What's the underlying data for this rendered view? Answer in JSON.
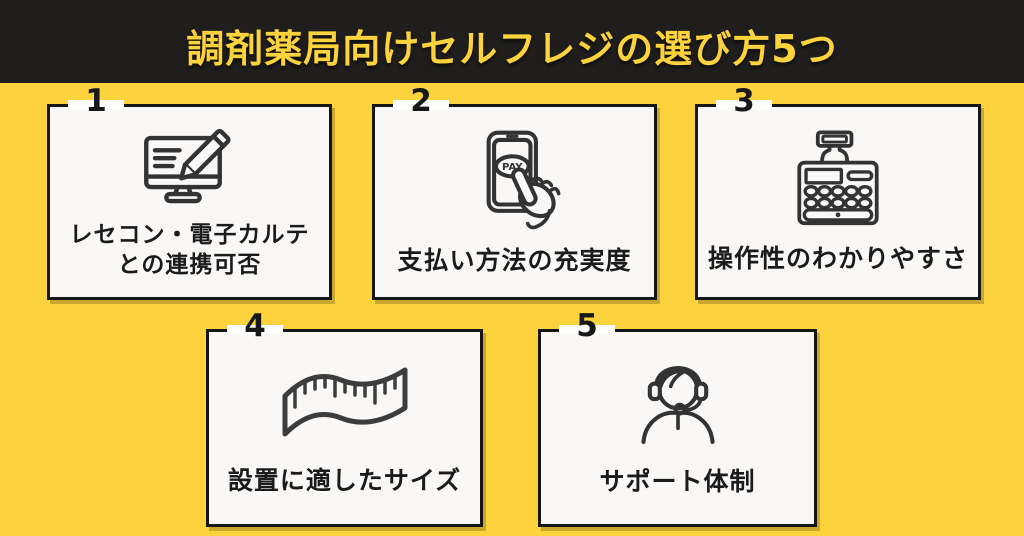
{
  "header": {
    "title": "調剤薬局向けセルフレジの選び方5つ"
  },
  "colors": {
    "background_yellow": "#FCD33C",
    "header_black": "#1F1E1C",
    "title_yellow": "#FCD33C",
    "card_background": "#F9F8F6",
    "card_border": "#161616",
    "icon_stroke": "#333333",
    "label_text": "#1B1B1B"
  },
  "cards": [
    {
      "number": "1",
      "label_line1": "レセコン・電子カルテ",
      "label_line2": "との連携可否",
      "icon": "monitor-pencil-icon"
    },
    {
      "number": "2",
      "label": "支払い方法の充実度",
      "icon": "smartphone-pay-icon",
      "pay_label": "PAY"
    },
    {
      "number": "3",
      "label": "操作性のわかりやすさ",
      "icon": "cash-register-icon"
    },
    {
      "number": "4",
      "label": "設置に適したサイズ",
      "icon": "measuring-tape-icon"
    },
    {
      "number": "5",
      "label": "サポート体制",
      "icon": "support-agent-icon"
    }
  ]
}
